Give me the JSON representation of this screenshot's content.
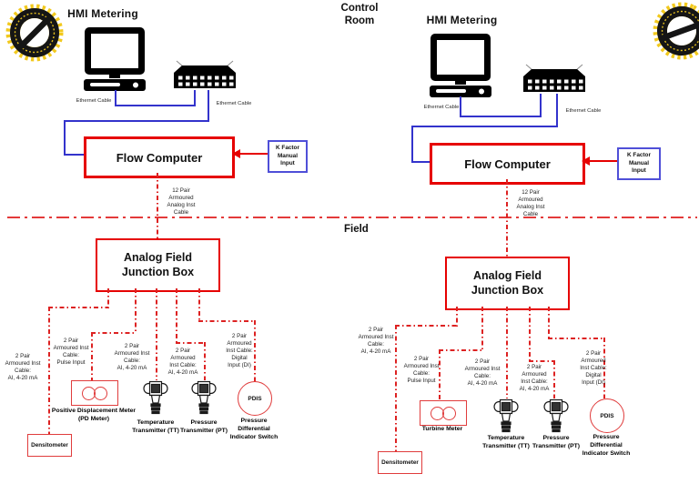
{
  "colors": {
    "line_red": "#e60000",
    "cable_blue": "#3333cc",
    "stamp_yellow": "#F2C91D"
  },
  "header": {
    "control_room": "Control\nRoom",
    "field": "Field"
  },
  "left": {
    "hmi_title": "HMI Metering",
    "ethernet_cable_pc": "Ethernet Cable",
    "ethernet_cable_switch": "Ethernet Cable",
    "flow_computer": "Flow Computer",
    "k_factor": "K Factor\nManual\nInput",
    "trunk_cable": "12 Pair\nArmoured\nAnalog Inst\nCable",
    "junction_box": "Analog Field\nJunction Box",
    "cables": {
      "densitometer": "2 Pair\nArmoured Inst\nCable:\nAI, 4-20 mA",
      "meter": "2 Pair\nArmoured Inst\nCable:\nPulse Input",
      "tt": "2 Pair\nArmoured Inst\nCable:\nAI, 4-20 mA",
      "pt": "2 Pair\nArmoured\nInst Cable:\nAI, 4-20 mA",
      "pdis": "2 Pair\nArmoured\nInst Cable:\nDigital\nInput (DI)"
    },
    "devices": {
      "meter_label": "Positive Displacement Meter\n(PD Meter)",
      "tt_label": "Temperature\nTransmitter (TT)",
      "pt_label": "Pressure\nTransmitter (PT)",
      "pdis_text": "PDIS",
      "pdis_label": "Pressure\nDifferential\nIndicator Switch",
      "densitometer": "Densitometer"
    }
  },
  "right": {
    "hmi_title": "HMI Metering",
    "ethernet_cable_pc": "Ethernet Cable",
    "ethernet_cable_switch": "Ethernet Cable",
    "flow_computer": "Flow Computer",
    "k_factor": "K Factor\nManual\nInput",
    "trunk_cable": "12 Pair\nArmoured\nAnalog Inst\nCable",
    "junction_box": "Analog Field\nJunction Box",
    "cables": {
      "densitometer": "2 Pair\nArmoured Inst\nCable:\nAI, 4-20 mA",
      "meter": "2 Pair\nArmoured Inst\nCable:\nPulse Input",
      "tt": "2 Pair\nArmoured Inst\nCable:\nAI, 4-20 mA",
      "pt": "2 Pair\nArmoured\nInst Cable:\nAI, 4-20 mA",
      "pdis": "2 Pair\nArmoured\nInst Cable:\nDigital\nInput (DI)"
    },
    "devices": {
      "meter_label": "Turbine Meter",
      "tt_label": "Temperature\nTransmitter (TT)",
      "pt_label": "Pressure\nTransmitter (PT)",
      "pdis_text": "PDIS",
      "pdis_label": "Pressure\nDifferential\nIndicator Switch",
      "densitometer": "Densitometer"
    }
  }
}
